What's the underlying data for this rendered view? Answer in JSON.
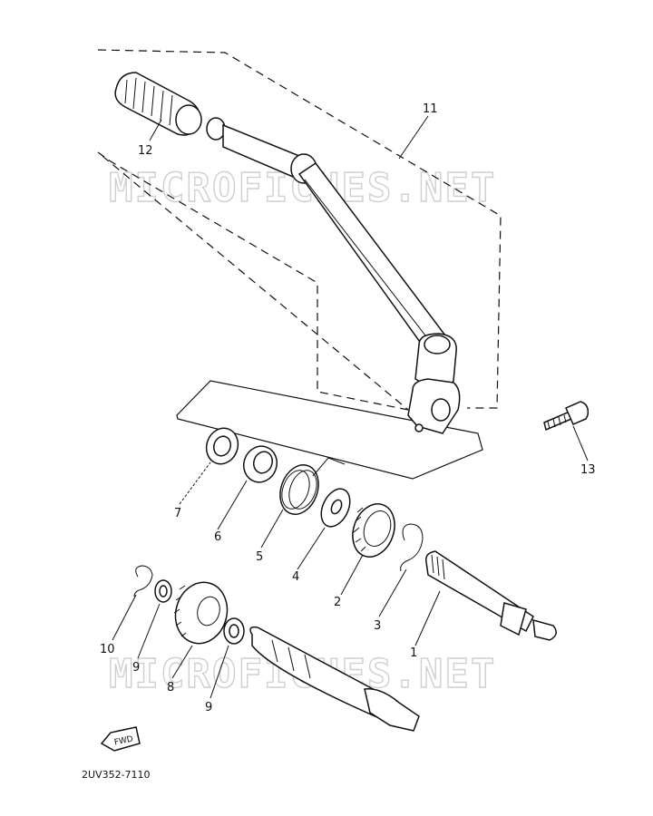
{
  "watermark": "MICROFICHES.NET",
  "diagram_code": "2UV352-7110",
  "fwd_label": "FWD",
  "callouts": {
    "p1": "1",
    "p2": "2",
    "p3": "3",
    "p4": "4",
    "p5": "5",
    "p6": "6",
    "p7": "7",
    "p8": "8",
    "p9a": "9",
    "p9b": "9",
    "p10": "10",
    "p11": "11",
    "p12": "12",
    "p13": "13"
  }
}
